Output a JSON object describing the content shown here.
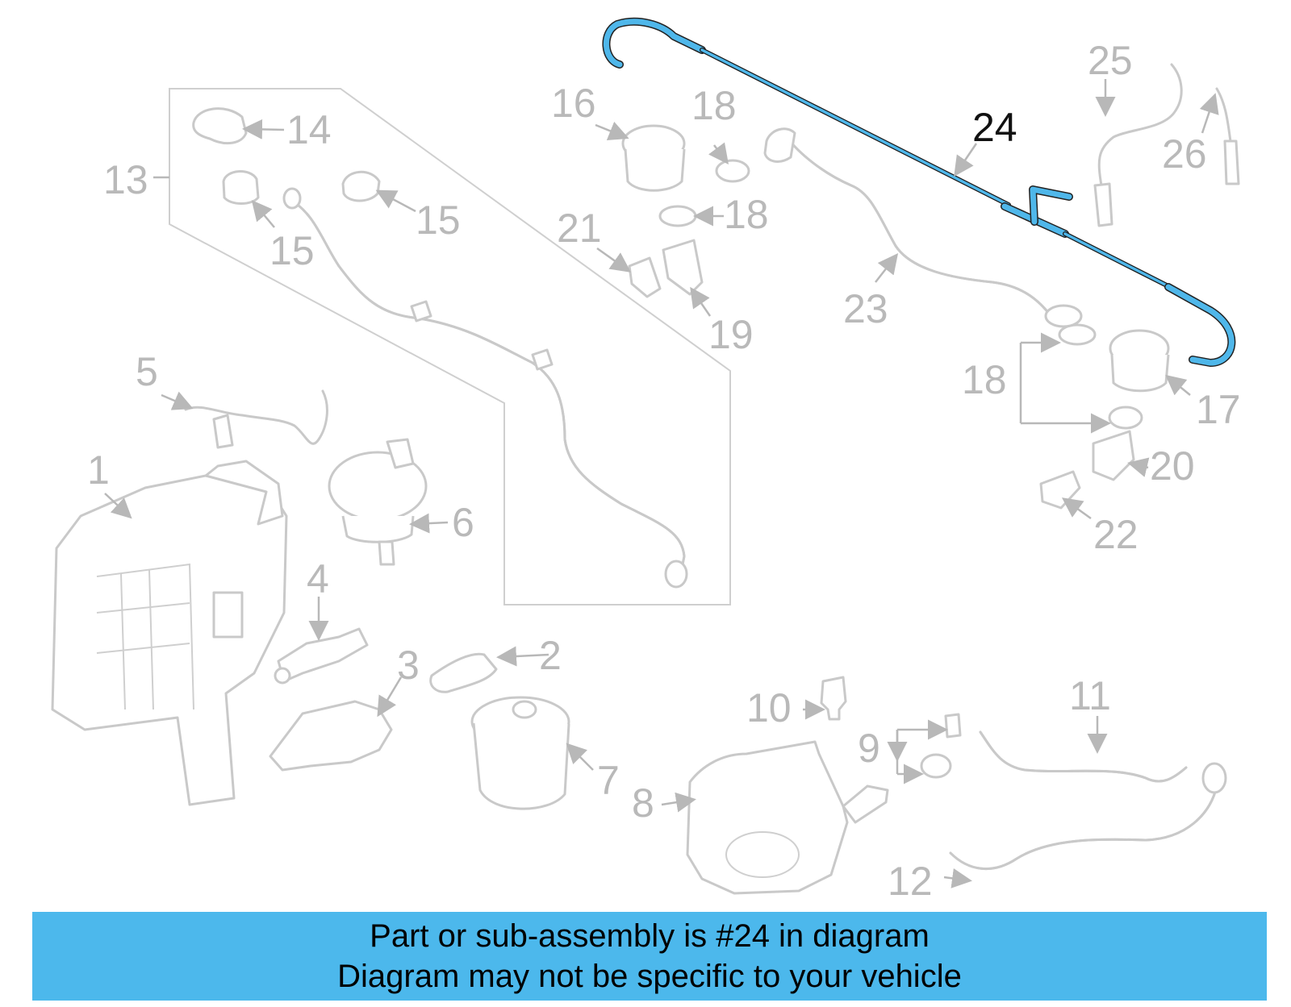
{
  "diagram": {
    "highlight_color": "#4cb8ec",
    "callouts": [
      {
        "id": "c1",
        "label": "1"
      },
      {
        "id": "c2",
        "label": "2"
      },
      {
        "id": "c3",
        "label": "3"
      },
      {
        "id": "c4",
        "label": "4"
      },
      {
        "id": "c5",
        "label": "5"
      },
      {
        "id": "c6",
        "label": "6"
      },
      {
        "id": "c7",
        "label": "7"
      },
      {
        "id": "c8",
        "label": "8"
      },
      {
        "id": "c9",
        "label": "9"
      },
      {
        "id": "c10",
        "label": "10"
      },
      {
        "id": "c11",
        "label": "11"
      },
      {
        "id": "c12",
        "label": "12"
      },
      {
        "id": "c13",
        "label": "13"
      },
      {
        "id": "c14",
        "label": "14"
      },
      {
        "id": "c15a",
        "label": "15"
      },
      {
        "id": "c15b",
        "label": "15"
      },
      {
        "id": "c16",
        "label": "16"
      },
      {
        "id": "c17",
        "label": "17"
      },
      {
        "id": "c18a",
        "label": "18"
      },
      {
        "id": "c18b",
        "label": "18"
      },
      {
        "id": "c18c",
        "label": "18"
      },
      {
        "id": "c19",
        "label": "19"
      },
      {
        "id": "c20",
        "label": "20"
      },
      {
        "id": "c21",
        "label": "21"
      },
      {
        "id": "c22",
        "label": "22"
      },
      {
        "id": "c23",
        "label": "23"
      },
      {
        "id": "c24",
        "label": "24"
      },
      {
        "id": "c25",
        "label": "25"
      },
      {
        "id": "c26",
        "label": "26"
      }
    ]
  },
  "banner": {
    "line1": "Part or sub-assembly is #24 in diagram",
    "line2": "Diagram may not be specific to your vehicle"
  }
}
